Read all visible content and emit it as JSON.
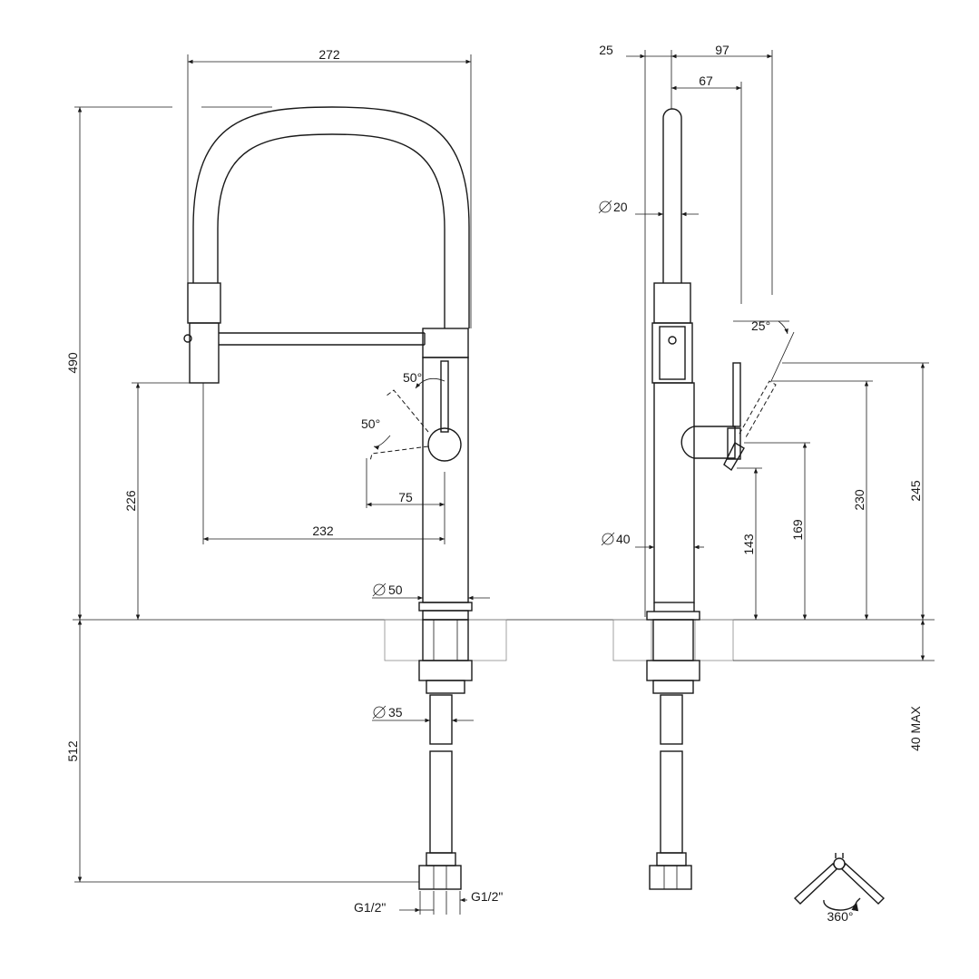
{
  "front_view": {
    "dim_width": "272",
    "dim_height_above": "490",
    "dim_height_below": "512",
    "dim_spout_height": "226",
    "dim_spout_reach": "232",
    "dim_lever_reach": "75",
    "dim_body_diameter": "50",
    "dim_shank_diameter": "35",
    "angle_upper": "50°",
    "angle_lower": "50°",
    "hose_thread_left": "G1/2\"",
    "hose_thread_right": "G1/2\""
  },
  "side_view": {
    "dim_offset": "25",
    "dim_total_depth": "97",
    "dim_spout_depth": "67",
    "dim_spout_diameter": "20",
    "dim_body_diameter": "40",
    "angle": "25°",
    "dim_lever_low": "143",
    "dim_lever_mid": "169",
    "dim_lever_top": "230",
    "dim_lever_max": "245",
    "dim_deck_thickness": "40 MAX"
  },
  "rotation": {
    "label": "360°",
    "icon": "rotation-arrow-icon"
  }
}
